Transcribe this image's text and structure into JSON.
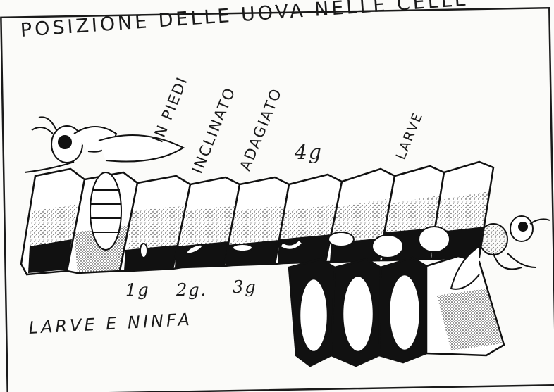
{
  "title": "POSIZIONE DELLE UOVA NELLE CELLE",
  "labels": {
    "in_piedi": "IN PIEDI",
    "inclinato": "INCLINATO",
    "adagiato": "ADAGIATO",
    "larve": "LARVE"
  },
  "ages": {
    "day1": "1g",
    "day2": "2g.",
    "day3": "3g",
    "day4": "4g"
  },
  "caption": "LARVE E NINFA",
  "colors": {
    "ink": "#1a1a1a",
    "paper": "#fbfbf9"
  },
  "icons": [
    "bee-left-icon",
    "bee-right-icon"
  ]
}
